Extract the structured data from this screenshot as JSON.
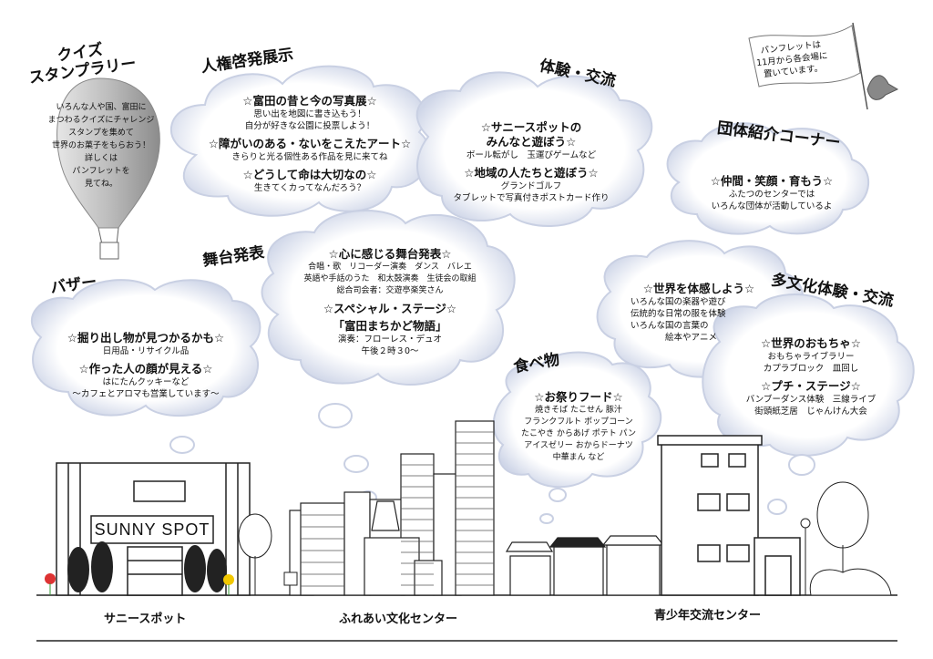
{
  "titles": {
    "quiz": "クイズ\nスタンプラリー",
    "jinken": "人権啓発展示",
    "taiken": "体験・交流",
    "dantai": "団体紹介コーナー",
    "butai": "舞台発表",
    "bazaar": "バザー",
    "tabemono": "食べ物",
    "tabunka": "多文化体験・交流"
  },
  "flag_note": "パンフレットは\n11月から各会場に\n置いています。",
  "balloon_text": "いろんな人や国、富田に\nまつわるクイズにチャレンジ\nスタンプを集めて\n世界のお菓子をもらおう！\n詳しくは\nパンフレットを\n見てね。",
  "jinken": {
    "h1": "☆富田の昔と今の写真展☆",
    "s1": "思い出を地図に書き込もう！\n自分が好きな公園に投票しよう！",
    "h2": "☆障がいのある・ないをこえたアート☆",
    "s2": "きらりと光る個性ある作品を見に来てね",
    "h3": "☆どうして命は大切なの☆",
    "s3": "生きてくカってなんだろう？"
  },
  "taiken": {
    "h1": "☆サニースポットの\nみんなと遊ぼう☆",
    "s1": "ボール転がし　玉運びゲームなど",
    "h2": "☆地域の人たちと遊ぼう☆",
    "s2": "グランドゴルフ\nタブレットで写真付きポストカード作り"
  },
  "dantai": {
    "h1": "☆仲間・笑顔・育もう☆",
    "s1": "ふたつのセンターでは\nいろんな団体が活動しているよ"
  },
  "butai": {
    "h1": "☆心に感じる舞台発表☆",
    "s1": "合唱・歌　リコーダー演奏　ダンス　バレエ\n英語や手話のうた　和太鼓演奏　生徒会の取組\n総合司会者：交遊亭楽笑さん",
    "h2": "☆スペシャル・ステージ☆",
    "h3": "「富田まちかど物語」",
    "s2": "演奏：フローレス・デュオ\n午後２時３0～"
  },
  "bazaar": {
    "h1": "☆掘り出し物が見つかるかも☆",
    "s1": "日用品・リサイクル品",
    "h2": "☆作った人の顔が見える☆",
    "s2": "はにたんクッキーなど\n～カフェとアロマも営業しています～"
  },
  "sekai": {
    "h1": "☆世界を体感しよう☆",
    "s1": "いろんな国の楽器や遊び\n伝統的な日常の服を体験\nいろんな国の言葉の\n　　　　絵本やアニメ"
  },
  "tabemono": {
    "h1": "☆お祭りフード☆",
    "s1": "焼きそば たこせん 豚汁\nフランクフルト ポップコーン\nたこやき からあげ ポテト パン\nアイスゼリー おからドーナツ\n中華まん など"
  },
  "tabunka": {
    "h1": "☆世界のおもちゃ☆",
    "s1": "おもちゃライブラリー\nカプラブロック　皿回し",
    "h2": "☆プチ・ステージ☆",
    "s2": "バンブーダンス体験　三線ライブ\n街頭紙芝居　じゃんけん大会"
  },
  "building_sign": "SUNNY SPOT",
  "locations": {
    "sunny": "サニースポット",
    "fureai": "ふれあい文化センター",
    "seishonen": "青少年交流センター"
  }
}
